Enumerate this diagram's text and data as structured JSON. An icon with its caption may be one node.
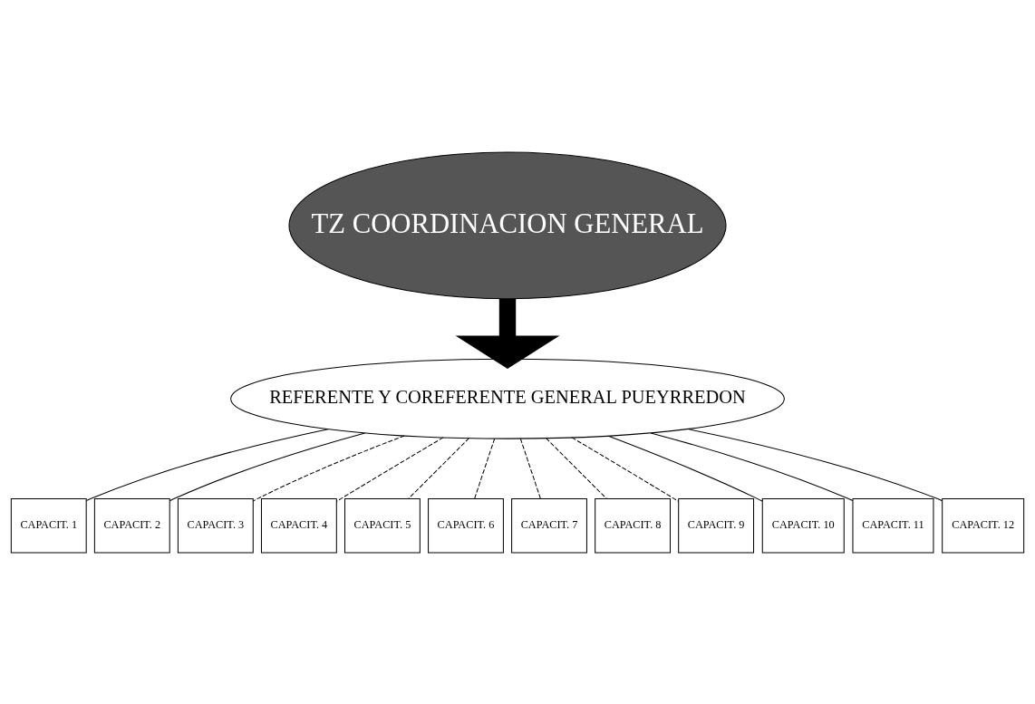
{
  "diagram": {
    "nodes": [
      {
        "text": [
          "TZ COORDINACION GENERAL"
        ]
      },
      {
        "text": [
          "REFERENTE Y COREFERENTE GENERAL PUEYRREDON"
        ]
      },
      {
        "text": [
          "CAPACIT. 1"
        ]
      },
      {
        "text": [
          "CAPACIT. 2"
        ]
      },
      {
        "text": [
          "CAPACIT. 3"
        ]
      },
      {
        "text": [
          "CAPACIT. 4"
        ]
      },
      {
        "text": [
          "CAPACIT. 5"
        ]
      },
      {
        "text": [
          "CAPACIT. 6"
        ]
      },
      {
        "text": [
          "CAPACIT. 7"
        ]
      },
      {
        "text": [
          "CAPACIT. 8"
        ]
      },
      {
        "text": [
          "CAPACIT. 9"
        ]
      },
      {
        "text": [
          "CAPACIT. 10"
        ]
      },
      {
        "text": [
          "CAPACIT. 11"
        ]
      },
      {
        "text": [
          "CAPACIT. 12"
        ]
      }
    ],
    "edges": [
      {
        "from": 0,
        "to": 1,
        "arrow": "to",
        "style": "thick"
      },
      {
        "from": 1,
        "to": 2,
        "arrow": "none"
      },
      {
        "from": 1,
        "to": 3,
        "arrow": "none"
      },
      {
        "from": 1,
        "to": 4,
        "arrow": "none",
        "style": "dashed"
      },
      {
        "from": 1,
        "to": 5,
        "arrow": "none",
        "style": "dashed"
      },
      {
        "from": 1,
        "to": 6,
        "arrow": "none",
        "style": "dashed"
      },
      {
        "from": 1,
        "to": 7,
        "arrow": "none",
        "style": "dashed"
      },
      {
        "from": 1,
        "to": 8,
        "arrow": "none",
        "style": "dashed"
      },
      {
        "from": 1,
        "to": 9,
        "arrow": "none",
        "style": "dashed"
      },
      {
        "from": 1,
        "to": 10,
        "arrow": "none",
        "style": "dashed"
      },
      {
        "from": 1,
        "to": 11,
        "arrow": "none"
      },
      {
        "from": 1,
        "to": 12,
        "arrow": "none"
      },
      {
        "from": 1,
        "to": 13,
        "arrow": "none"
      }
    ]
  }
}
